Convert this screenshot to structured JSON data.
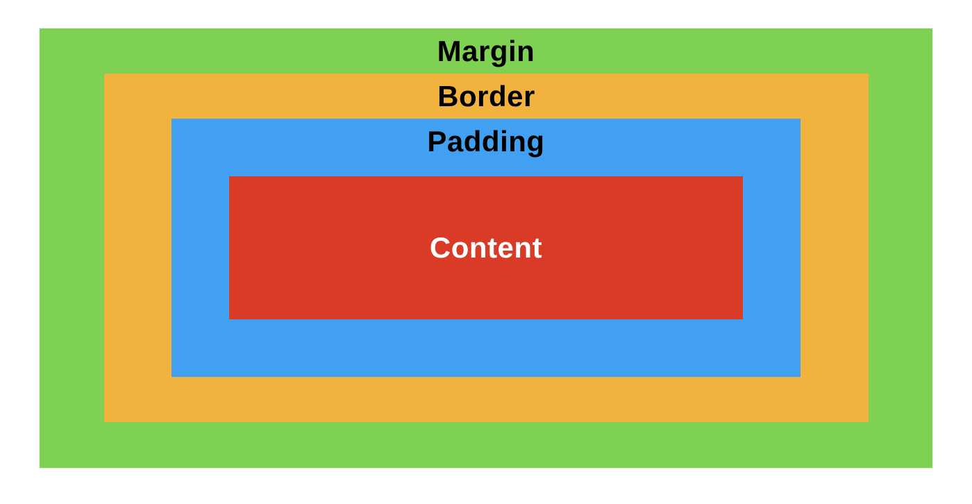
{
  "box_model": {
    "background": "#FFFFFF",
    "layers": [
      {
        "id": "margin",
        "label": "Margin",
        "color": "#7ED153",
        "text_color": "#000000"
      },
      {
        "id": "border",
        "label": "Border",
        "color": "#F2B23E",
        "text_color": "#000000"
      },
      {
        "id": "padding",
        "label": "Padding",
        "color": "#41A0F2",
        "text_color": "#000000"
      },
      {
        "id": "content",
        "label": "Content",
        "color": "#DA3B26",
        "text_color": "#FFFFFF"
      }
    ]
  }
}
